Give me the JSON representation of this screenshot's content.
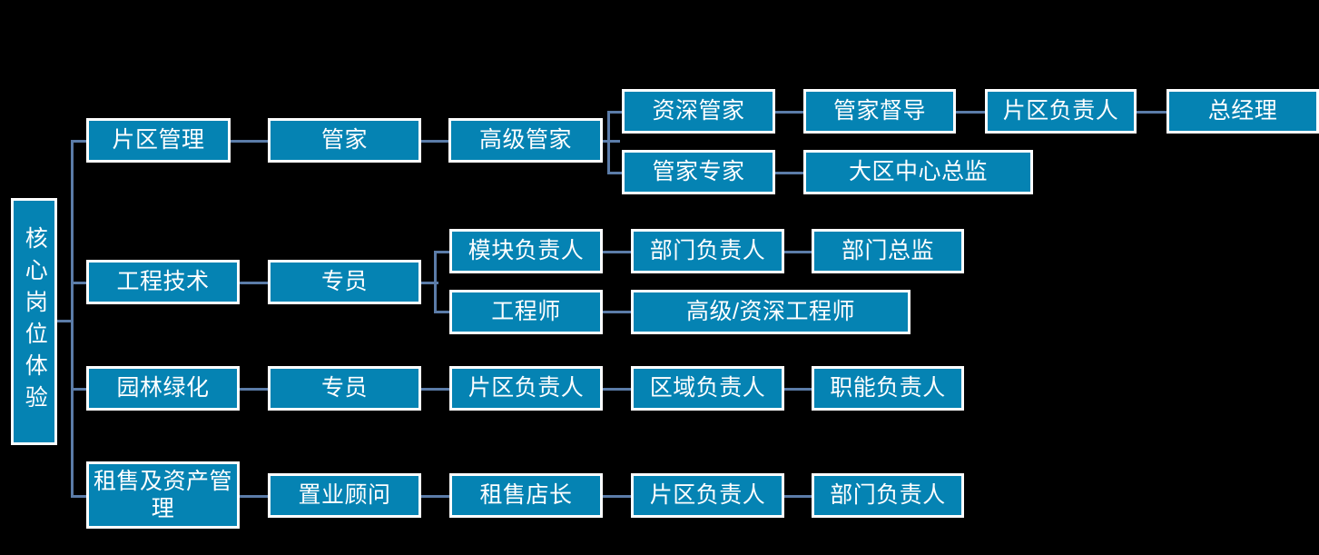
{
  "diagram": {
    "title": "核心岗位体验",
    "type": "org-chart",
    "background_color": "#000000",
    "node_fill_color": "#0583b3",
    "node_border_color": "#ffffff",
    "node_text_color": "#ffffff",
    "connector_color": "#5b7ca8",
    "root": {
      "label": "核心岗位体验",
      "orientation": "vertical"
    },
    "branches": [
      {
        "id": "branch-district-management",
        "category": "片区管理",
        "chain": [
          "片区管理",
          "管家",
          "高级管家"
        ],
        "forks": [
          {
            "id": "fork-senior-housekeeper",
            "chain": [
              "资深管家",
              "管家督导",
              "片区负责人",
              "总经理"
            ]
          },
          {
            "id": "fork-housekeeper-expert",
            "chain": [
              "管家专家",
              "大区中心总监"
            ]
          }
        ]
      },
      {
        "id": "branch-engineering",
        "category": "工程技术",
        "chain": [
          "工程技术",
          "专员"
        ],
        "forks": [
          {
            "id": "fork-module-owner",
            "chain": [
              "模块负责人",
              "部门负责人",
              "部门总监"
            ]
          },
          {
            "id": "fork-engineer",
            "chain": [
              "工程师",
              "高级/资深工程师"
            ]
          }
        ]
      },
      {
        "id": "branch-landscaping",
        "category": "园林绿化",
        "chain": [
          "园林绿化",
          "专员",
          "片区负责人",
          "区域负责人",
          "职能负责人"
        ],
        "forks": []
      },
      {
        "id": "branch-leasing-assets",
        "category": "租售及资产管理",
        "chain": [
          "租售及资产管理",
          "置业顾问",
          "租售店长",
          "片区负责人",
          "部门负责人"
        ],
        "forks": []
      }
    ],
    "nodes": {
      "root": "核心岗位体验",
      "r1c1": "片区管理",
      "r1c2": "管家",
      "r1c3": "高级管家",
      "r1a1": "资深管家",
      "r1a2": "管家督导",
      "r1a3": "片区负责人",
      "r1a4": "总经理",
      "r1b1": "管家专家",
      "r1b2": "大区中心总监",
      "r2c1": "工程技术",
      "r2c2": "专员",
      "r2a1": "模块负责人",
      "r2a2": "部门负责人",
      "r2a3": "部门总监",
      "r2b1": "工程师",
      "r2b2": "高级/资深工程师",
      "r3c1": "园林绿化",
      "r3c2": "专员",
      "r3c3": "片区负责人",
      "r3c4": "区域负责人",
      "r3c5": "职能负责人",
      "r4c1": "租售及资产管理",
      "r4c2": "置业顾问",
      "r4c3": "租售店长",
      "r4c4": "片区负责人",
      "r4c5": "部门负责人"
    }
  }
}
